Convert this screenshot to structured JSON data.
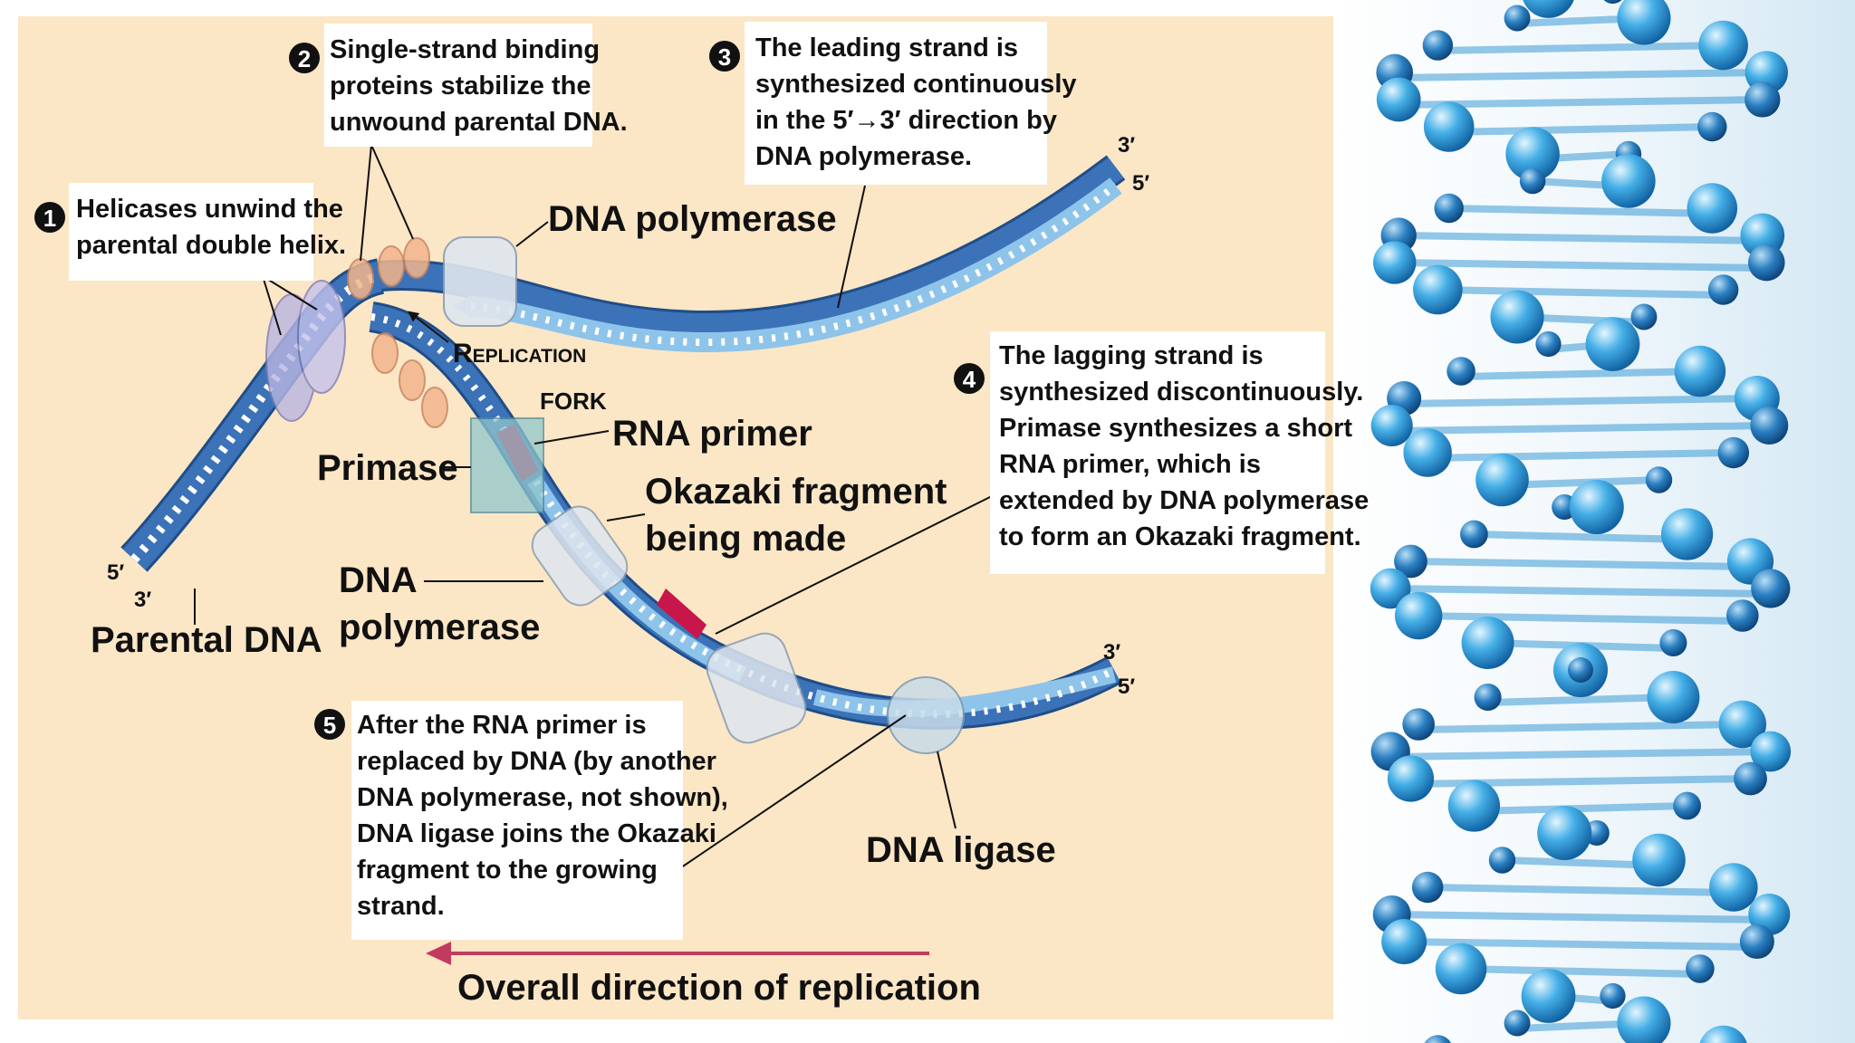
{
  "colors": {
    "panel_bg": "#fbe6c6",
    "parental_strand": "#3b72b8",
    "new_strand": "#8ec4ea",
    "rna_primer": "#c8154a",
    "direction_arrow": "#c23a5e",
    "helix_blue": "#2f8fd0"
  },
  "icons": [
    "replication-fork-diagram",
    "dna-double-helix-image"
  ],
  "steps": [
    {
      "number": "1",
      "lines": [
        "Helicases unwind the",
        "parental double helix."
      ]
    },
    {
      "number": "2",
      "lines": [
        "Single-strand binding",
        "proteins stabilize the",
        "unwound parental DNA."
      ]
    },
    {
      "number": "3",
      "lines": [
        "The leading strand is",
        "synthesized continuously",
        "in the 5′→3′ direction by",
        "DNA polymerase."
      ]
    },
    {
      "number": "4",
      "lines": [
        "The lagging strand is",
        "synthesized discontinuously.",
        "Primase synthesizes a short",
        "RNA primer, which is",
        "extended by DNA polymerase",
        "to form an Okazaki fragment."
      ]
    },
    {
      "number": "5",
      "lines": [
        "After the RNA primer is",
        "replaced by DNA (by another",
        "DNA polymerase, not shown),",
        "DNA ligase joins the Okazaki",
        "fragment to the growing",
        "strand."
      ]
    }
  ],
  "labels": {
    "dna_polymerase_top": "DNA polymerase",
    "replication": "Replication",
    "fork": "FORK",
    "rna_primer": "RNA primer",
    "primase": "Primase",
    "okazaki_1": "Okazaki fragment",
    "okazaki_2": "being made",
    "dna_polymerase_lower_1": "DNA",
    "dna_polymerase_lower_2": "polymerase",
    "parental_dna": "Parental DNA",
    "dna_ligase": "DNA ligase",
    "overall_direction": "Overall direction of replication"
  },
  "strand_ends": {
    "left_5": "5′",
    "left_3": "3′",
    "top_3": "3′",
    "top_5": "5′",
    "bottom_3": "3′",
    "bottom_5": "5′"
  }
}
